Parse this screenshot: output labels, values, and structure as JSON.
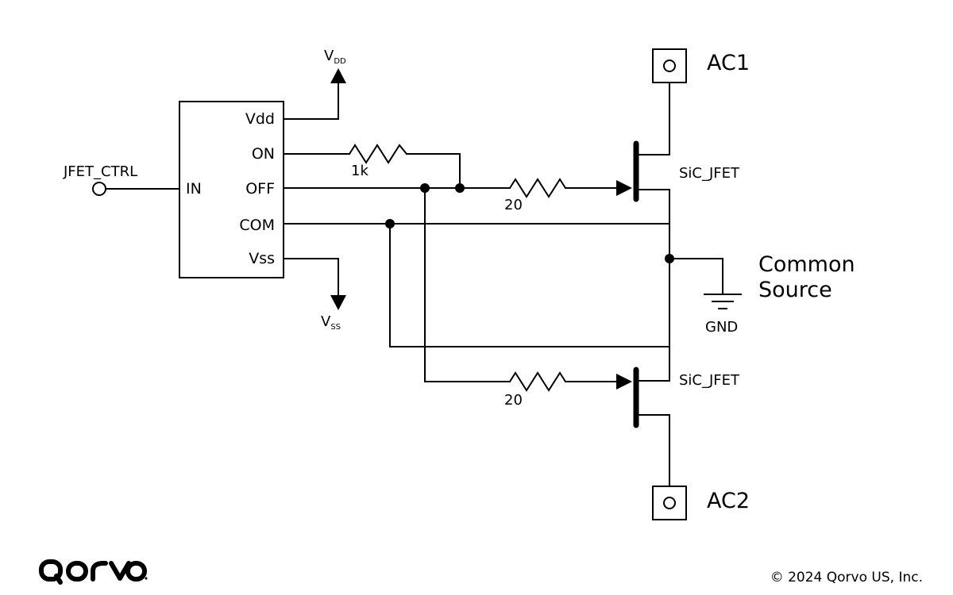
{
  "driver": {
    "pins_left": [
      "IN"
    ],
    "pins_right": [
      "Vdd",
      "ON",
      "OFF",
      "COM",
      "Vss"
    ]
  },
  "input_label": "JFET_CTRL",
  "supply": {
    "vdd": {
      "main": "V",
      "sub": "DD"
    },
    "vss": {
      "main": "V",
      "sub": "SS"
    }
  },
  "resistors": {
    "r_on": "1k",
    "r_g1": "20",
    "r_g2": "20"
  },
  "jfets": {
    "top": "SiC_JFET",
    "bottom": "SiC_JFET"
  },
  "terminals": {
    "ac1": "AC1",
    "ac2": "AC2"
  },
  "common_source": {
    "line1": "Common",
    "line2": "Source"
  },
  "ground": "GND",
  "logo": {
    "text": "qorvo",
    "color": "#000000"
  },
  "copyright": "© 2024 Qorvo US, Inc."
}
